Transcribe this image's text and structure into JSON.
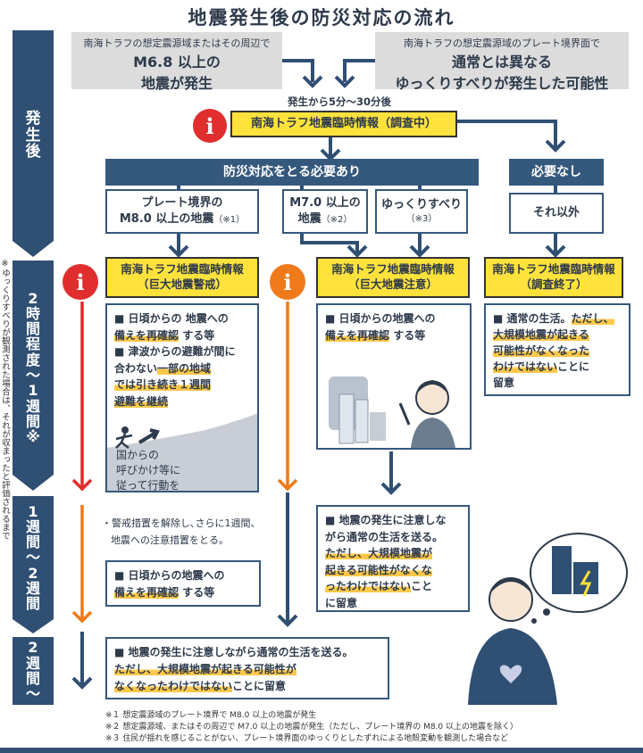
{
  "title": "地震発生後の防災対応の流れ",
  "phases": {
    "p1": [
      "発",
      "生",
      "後"
    ],
    "p2": [
      "2",
      "時",
      "間",
      "程",
      "度",
      "〜",
      "1",
      "週",
      "間",
      "※"
    ],
    "p3": [
      "1",
      "週",
      "間",
      "〜",
      "2",
      "週",
      "間"
    ],
    "p4": [
      "2",
      "週",
      "間",
      "〜"
    ]
  },
  "side_note": "※ゆっくりすべりが観測された場合は、それが収まったと評価されるまで",
  "trigger_left": {
    "small": "南海トラフの想定震源域またはその周辺で",
    "big1": "M6.8 以上の",
    "big2": "地震が発生"
  },
  "trigger_right": {
    "small": "南海トラフの想定震源域のプレート境界面で",
    "big1": "通常とは異なる",
    "big2": "ゆっくりすべりが発生した可能性"
  },
  "time_label": "発生から5分〜30分後",
  "info_main": "南海トラフ地震臨時情報（調査中）",
  "bar_need": "防災対応をとる必要あり",
  "bar_noneed": "必要なし",
  "cond1": {
    "l1": "プレート境界の",
    "l2": "M8.0 以上の地震",
    "ref": "（※1）"
  },
  "cond2": {
    "l1": "M7.0 以上の",
    "l2": "地震",
    "ref": "（※2）"
  },
  "cond3": {
    "l1": "ゆっくりすべり",
    "ref": "（※3）"
  },
  "cond4": "それ以外",
  "info_a": {
    "l1": "南海トラフ地震臨時情報",
    "l2": "（巨大地震警戒）"
  },
  "info_b": {
    "l1": "南海トラフ地震臨時情報",
    "l2": "（巨大地震注意）"
  },
  "info_c": {
    "l1": "南海トラフ地震臨時情報",
    "l2": "（調査終了）"
  },
  "box_a": {
    "b1a": "■ 日頃からの 地震への",
    "b1b": "備えを再確認",
    "b1c": " する等",
    "b2a": "■ 津波からの避難が間に",
    "b2b": "合わない",
    "b2c": "一部の地域",
    "b2d": "では引き続き１週間",
    "b2e": "避難を継続",
    "gov1": "国からの",
    "gov2": "呼びかけ等に",
    "gov3": "従って行動を"
  },
  "box_b": {
    "a": "■ 日頃からの地震への",
    "b": "備えを再確認",
    "c": " する等"
  },
  "box_c": {
    "a": "■ 通常の生活。",
    "b": "ただし、",
    "c": "大規模地震が起きる",
    "d": "可能性がなくなった",
    "e": "わけではない",
    "f": "ことに",
    "g": "留意"
  },
  "week_note1": "・警戒措置を解除し､さらに1週間、",
  "week_note2": "地震への注意措置をとる。",
  "box_d": {
    "a": "■ 日頃からの地震への",
    "b": "備えを再確認",
    "c": " する等"
  },
  "box_e": {
    "a": "■ 地震の発生に注意しな",
    "b": "がら通常の生活を送る。",
    "c": "ただし、大規模地震が",
    "d": "起きる可能性がなくな",
    "e": "ったわけではない",
    "f": "こと",
    "g": "に留意"
  },
  "box_f": {
    "a": "■ 地震の発生に注意しながら通常の生活を送る。",
    "b": "ただし、大規模地震が起きる可能性が",
    "c": "なくなったわけではない",
    "d": "ことに留意"
  },
  "footnotes": [
    "※１ 想定震源域のプレート境界で M8.0 以上の地震が発生",
    "※２ 想定震源域、またはその周辺で M7.0 以上の地震が発生（ただし、プレート境界の M8.0 以上の地震を除く）",
    "※３ 住民が揺れを感じることがない、プレート境界面のゆっくりとしたずれによる地殻変動を観測した場合など"
  ],
  "colors": {
    "navy": "#2f4f73",
    "yellow": "#ffe23c",
    "red": "#e02d2d",
    "orange": "#f07a1a",
    "highlight": "#ffc84a"
  }
}
